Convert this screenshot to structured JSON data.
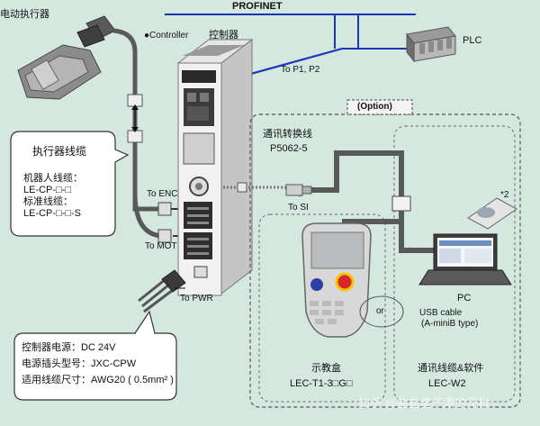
{
  "labels": {
    "actuator": "电动执行器",
    "controller_en": "●Controller",
    "controller_cn": "控制器",
    "profinet": "PROFINET",
    "to_p1p2": "To P1, P2",
    "plc": "PLC",
    "option": "(Option)",
    "comm_cable_cn": "通讯转换线",
    "comm_cable_model": "P5062-5",
    "to_si": "To SI",
    "to_enc": "To ENC",
    "to_mot": "To MOT",
    "to_pwr": "To PWR",
    "note2": "*2",
    "pc": "PC",
    "usb1": "USB cable",
    "usb2": "(A-miniB type)",
    "or": "or",
    "pendant_cn": "示教盒",
    "pendant_model": "LEC-T1-3□G□",
    "software_cn": "通讯线缆&软件",
    "software_model": "LEC-W2",
    "watermark": "知乎 @盐盐星严肃的花楸"
  },
  "cable_callout": {
    "title": "执行器线缆",
    "robot_label": "机器人线缆：",
    "robot_model": "LE-CP-□-□",
    "std_label": "标准线缆：",
    "std_model": "LE-CP-□-□-S"
  },
  "power_callout": {
    "line1": "控制器电源：DC 24V",
    "line2": "电源插头型号：JXC-CPW",
    "line3": "适用线缆尺寸：AWG20 ( 0.5mm² )"
  },
  "colors": {
    "background": "#d5e8e0",
    "network_blue": "#1a35b8",
    "cable_gray": "#58595b",
    "dashed_border": "#555555"
  }
}
